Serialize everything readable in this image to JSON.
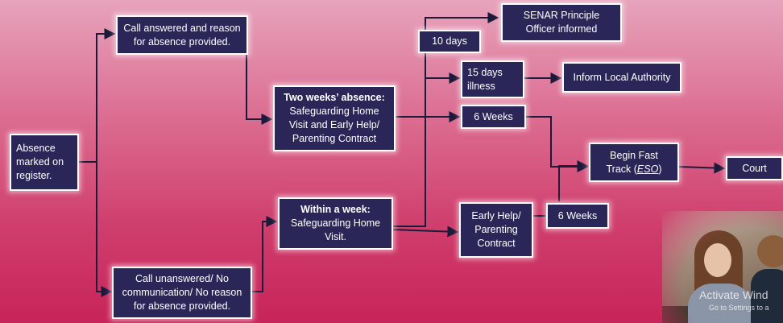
{
  "colors": {
    "box_fill": "#2a2658",
    "box_border": "#ffffff",
    "arrow": "#1c1a3a",
    "background_top": "#e7a3bb",
    "background_bottom": "#c8245a"
  },
  "nodes": {
    "absence": "Absence marked on register.",
    "answered": "Call answered and reason for absence provided.",
    "unanswered": "Call unanswered/ No communication/ No reason for absence provided.",
    "two_weeks_title": "Two weeks’ absence:",
    "two_weeks_body": "Safeguarding Home Visit and Early Help/ Parenting Contract",
    "within_week_title": "Within a week:",
    "within_week_body": "Safeguarding Home Visit.",
    "ten_days": "10 days",
    "fifteen_days": "15 days illness",
    "six_weeks_top": "6 Weeks",
    "senar": "SENAR Principle Officer informed",
    "inform_la": "Inform Local Authority",
    "early_help": "Early Help/ Parenting Contract",
    "six_weeks_bottom": "6 Weeks",
    "fast_track_prefix": "Begin Fast Track (",
    "fast_track_link": "ESO",
    "fast_track_suffix": ")",
    "court": "Court"
  },
  "photo": {
    "icon": "classroom-photo"
  },
  "watermark": {
    "line1": "Activate Wind",
    "line2": "Go to Settings to a"
  }
}
